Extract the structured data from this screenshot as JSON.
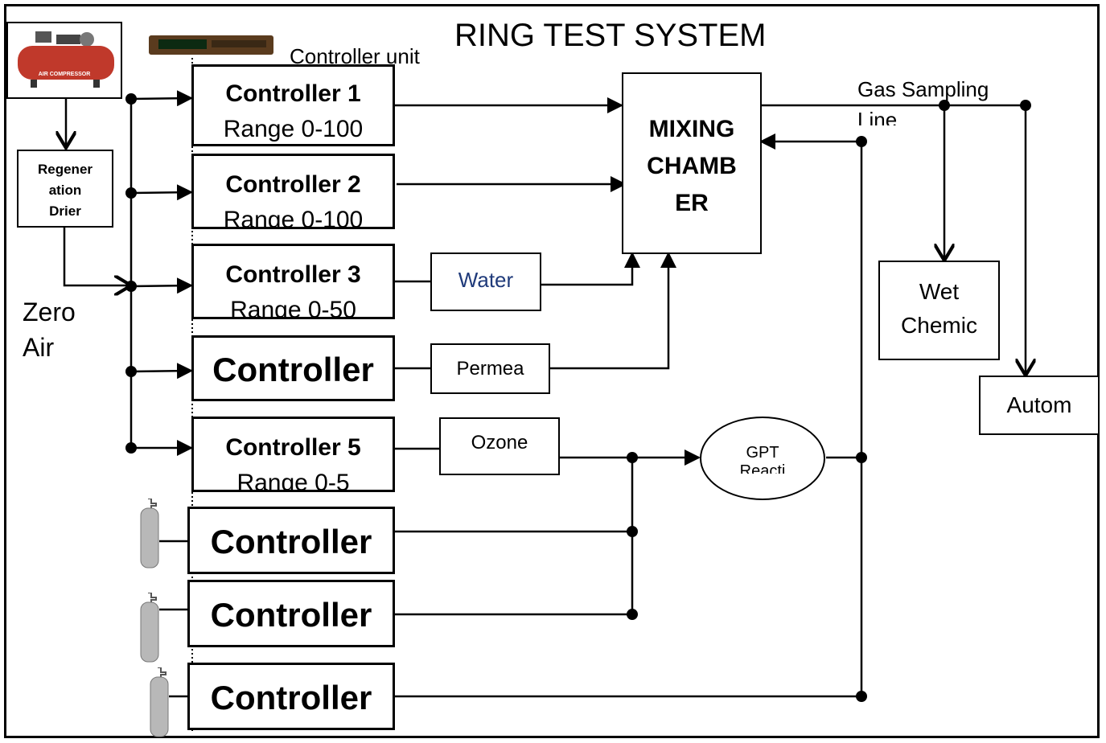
{
  "title": "RING TEST SYSTEM",
  "controller_unit_label": "Controller unit",
  "air_compressor_label": "AIR COMPRESSOR",
  "regeneration_drier": [
    "Regener",
    "ation",
    "Drier"
  ],
  "zero_air": [
    "Zero",
    "Air"
  ],
  "controllers": [
    {
      "name": "Controller 1",
      "range": "Range 0-100"
    },
    {
      "name": "Controller 2",
      "range": "Range 0-100"
    },
    {
      "name": "Controller 3",
      "range": "Range 0-50"
    },
    {
      "name": "Controller"
    },
    {
      "name": "Controller 5",
      "range": "Range 0-5"
    },
    {
      "name": "Controller"
    },
    {
      "name": "Controller"
    },
    {
      "name": "Controller"
    }
  ],
  "water": "Water",
  "permeation": "Permea",
  "ozone": "Ozone",
  "gpt_reactor": [
    "GPT",
    "Reacti"
  ],
  "mixing_chamber": [
    "MIXING",
    "CHAMB",
    "ER"
  ],
  "gas_sampling_line": [
    "Gas Sampling",
    "Line"
  ],
  "wet_chemical": [
    "Wet",
    "Chemic"
  ],
  "automatic": "Autom"
}
